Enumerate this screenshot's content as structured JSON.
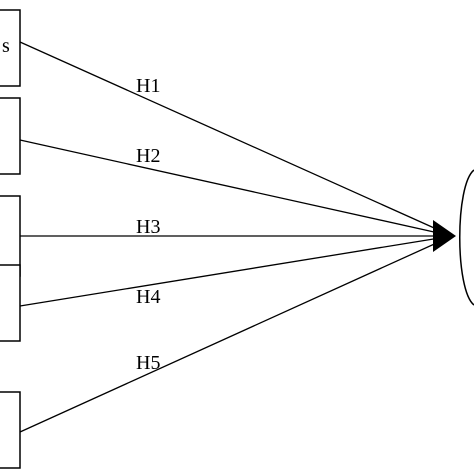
{
  "diagram": {
    "stroke_color": "#000000",
    "background_color": "#ffffff",
    "boxes": [
      {
        "id": "box-1",
        "visible_text": "s"
      },
      {
        "id": "box-2",
        "visible_text": ""
      },
      {
        "id": "box-3",
        "visible_text": ""
      },
      {
        "id": "box-4",
        "visible_text": ""
      },
      {
        "id": "box-5",
        "visible_text": ""
      }
    ],
    "hypotheses": [
      {
        "label": "H1"
      },
      {
        "label": "H2"
      },
      {
        "label": "H3"
      },
      {
        "label": "H4"
      },
      {
        "label": "H5"
      }
    ],
    "target": {
      "shape": "ellipse",
      "arrowhead": "filled-triangle"
    }
  }
}
